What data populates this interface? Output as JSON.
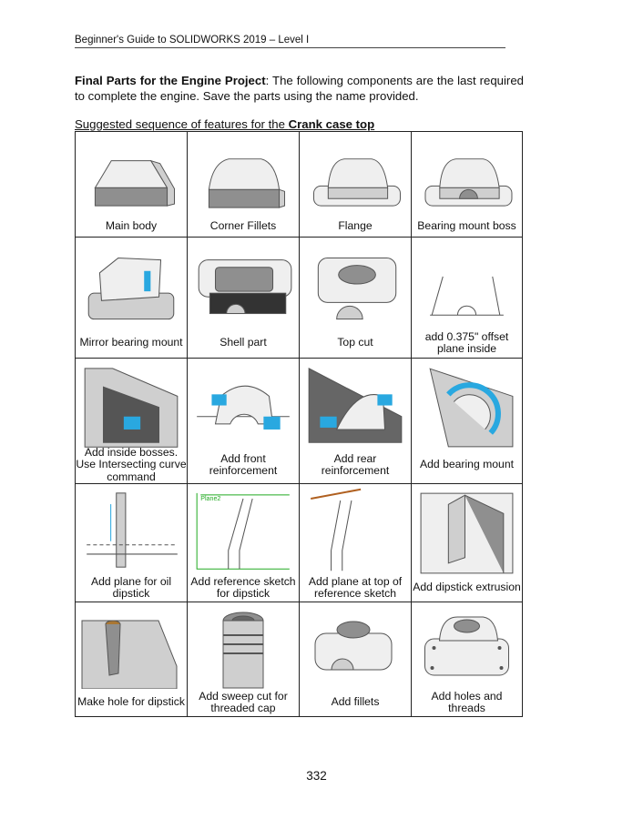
{
  "header": "Beginner's Guide to SOLIDWORKS 2019 – Level I",
  "intro": {
    "bold": "Final Parts for the Engine Project",
    "rest": ": The following components are the last required to complete the engine. Save the parts using the name provided."
  },
  "sequence": {
    "text": "Suggested sequence of features for the ",
    "bold": "Crank case top"
  },
  "cells": [
    {
      "caption": "Main body",
      "icon": "crankcase-block"
    },
    {
      "caption": "Corner Fillets",
      "icon": "crankcase-block-filleted"
    },
    {
      "caption": "Flange",
      "icon": "crankcase-flange"
    },
    {
      "caption": "Bearing mount boss",
      "icon": "crankcase-boss"
    },
    {
      "caption": "Mirror bearing mount",
      "icon": "mirror-boss"
    },
    {
      "caption": "Shell part",
      "icon": "shelled-part"
    },
    {
      "caption": "Top cut",
      "icon": "top-cut"
    },
    {
      "caption": "add 0.375\" offset plane inside",
      "icon": "offset-plane"
    },
    {
      "caption": "Add inside bosses. Use Intersecting curve command",
      "icon": "inside-bosses"
    },
    {
      "caption": "Add front reinforcement",
      "icon": "front-reinforcement"
    },
    {
      "caption": "Add rear reinforcement",
      "icon": "rear-reinforcement"
    },
    {
      "caption": "Add bearing mount",
      "icon": "bearing-mount"
    },
    {
      "caption": "Add plane for oil dipstick",
      "icon": "dipstick-plane"
    },
    {
      "caption": "Add reference sketch for dipstick",
      "icon": "reference-sketch"
    },
    {
      "caption": "Add plane at top of reference sketch",
      "icon": "top-plane"
    },
    {
      "caption": "Add dipstick extrusion",
      "icon": "dipstick-extrusion"
    },
    {
      "caption": "Make hole for dipstick",
      "icon": "dipstick-hole"
    },
    {
      "caption": "Add sweep cut for threaded cap",
      "icon": "threaded-cap"
    },
    {
      "caption": "Add fillets",
      "icon": "fillets"
    },
    {
      "caption": "Add holes and threads",
      "icon": "holes-threads"
    }
  ],
  "sketch_label": "Plane2",
  "page_number": "332"
}
